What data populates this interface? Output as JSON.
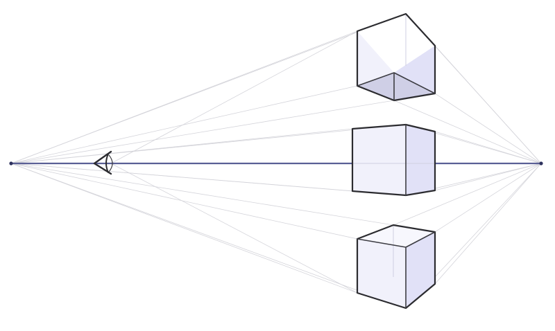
{
  "diagram": {
    "kind": "two-point-perspective",
    "colors": {
      "background": "#ffffff",
      "horizon": "#5a5f95",
      "guide": "#d4d4da",
      "edge": "#2b2b2f",
      "face_front": "#f1f1fb",
      "face_side": "#e1e1f7",
      "face_bottom": "#cfcfe6"
    },
    "icons": [
      "eye-icon",
      "vanishing-point-left",
      "vanishing-point-right"
    ],
    "elements": [
      "horizon-line",
      "perspective-guides",
      "cube-above-horizon",
      "cube-on-horizon",
      "cube-below-horizon"
    ]
  }
}
